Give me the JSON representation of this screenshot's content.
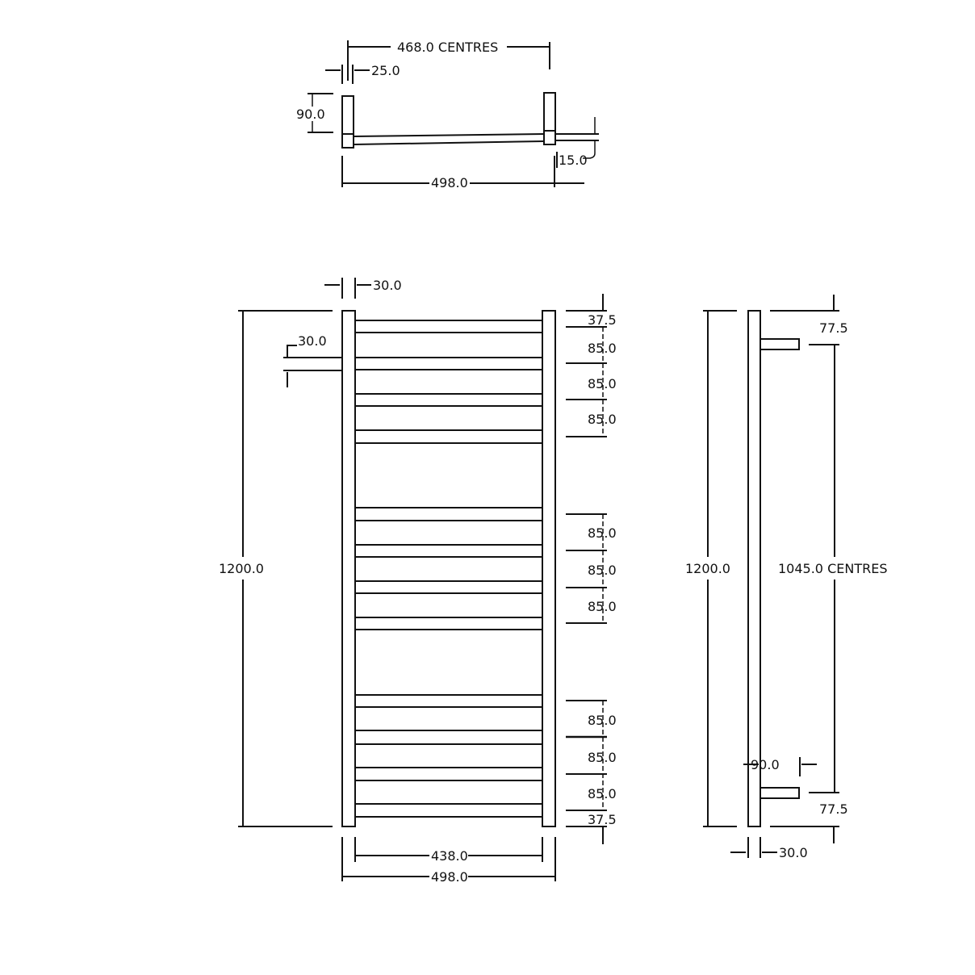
{
  "drawing": {
    "title": "Heated towel rail dimension drawing",
    "units": "mm",
    "line_color": "#111111",
    "background": "#ffffff"
  },
  "top_view": {
    "centres_label": "468.0 CENTRES",
    "post_width_label": "25.0",
    "post_depth_label": "90.0",
    "pipe_offset_label": "15.0",
    "overall_width_label": "498.0"
  },
  "front_view": {
    "rail_width_label": "30.0",
    "bar_height_label": "30.0",
    "overall_height_label": "1200.0",
    "inner_width_label": "438.0",
    "overall_width_label": "498.0",
    "bar_groups": [
      {
        "bars": 4
      },
      {
        "bars": 4
      },
      {
        "bars": 4
      }
    ],
    "spacing_labels": {
      "top_offset": "37.5",
      "group1": [
        "85.0",
        "85.0",
        "85.0"
      ],
      "group2": [
        "85.0",
        "85.0",
        "85.0"
      ],
      "group3": [
        "85.0",
        "85.0",
        "85.0"
      ],
      "bottom_offset": "37.5"
    }
  },
  "side_view": {
    "overall_height_label": "1200.0",
    "centres_label": "1045.0 CENTRES",
    "top_offset_label": "77.5",
    "bottom_offset_label": "77.5",
    "bracket_depth_label": "90.0",
    "rail_depth_label": "30.0"
  }
}
